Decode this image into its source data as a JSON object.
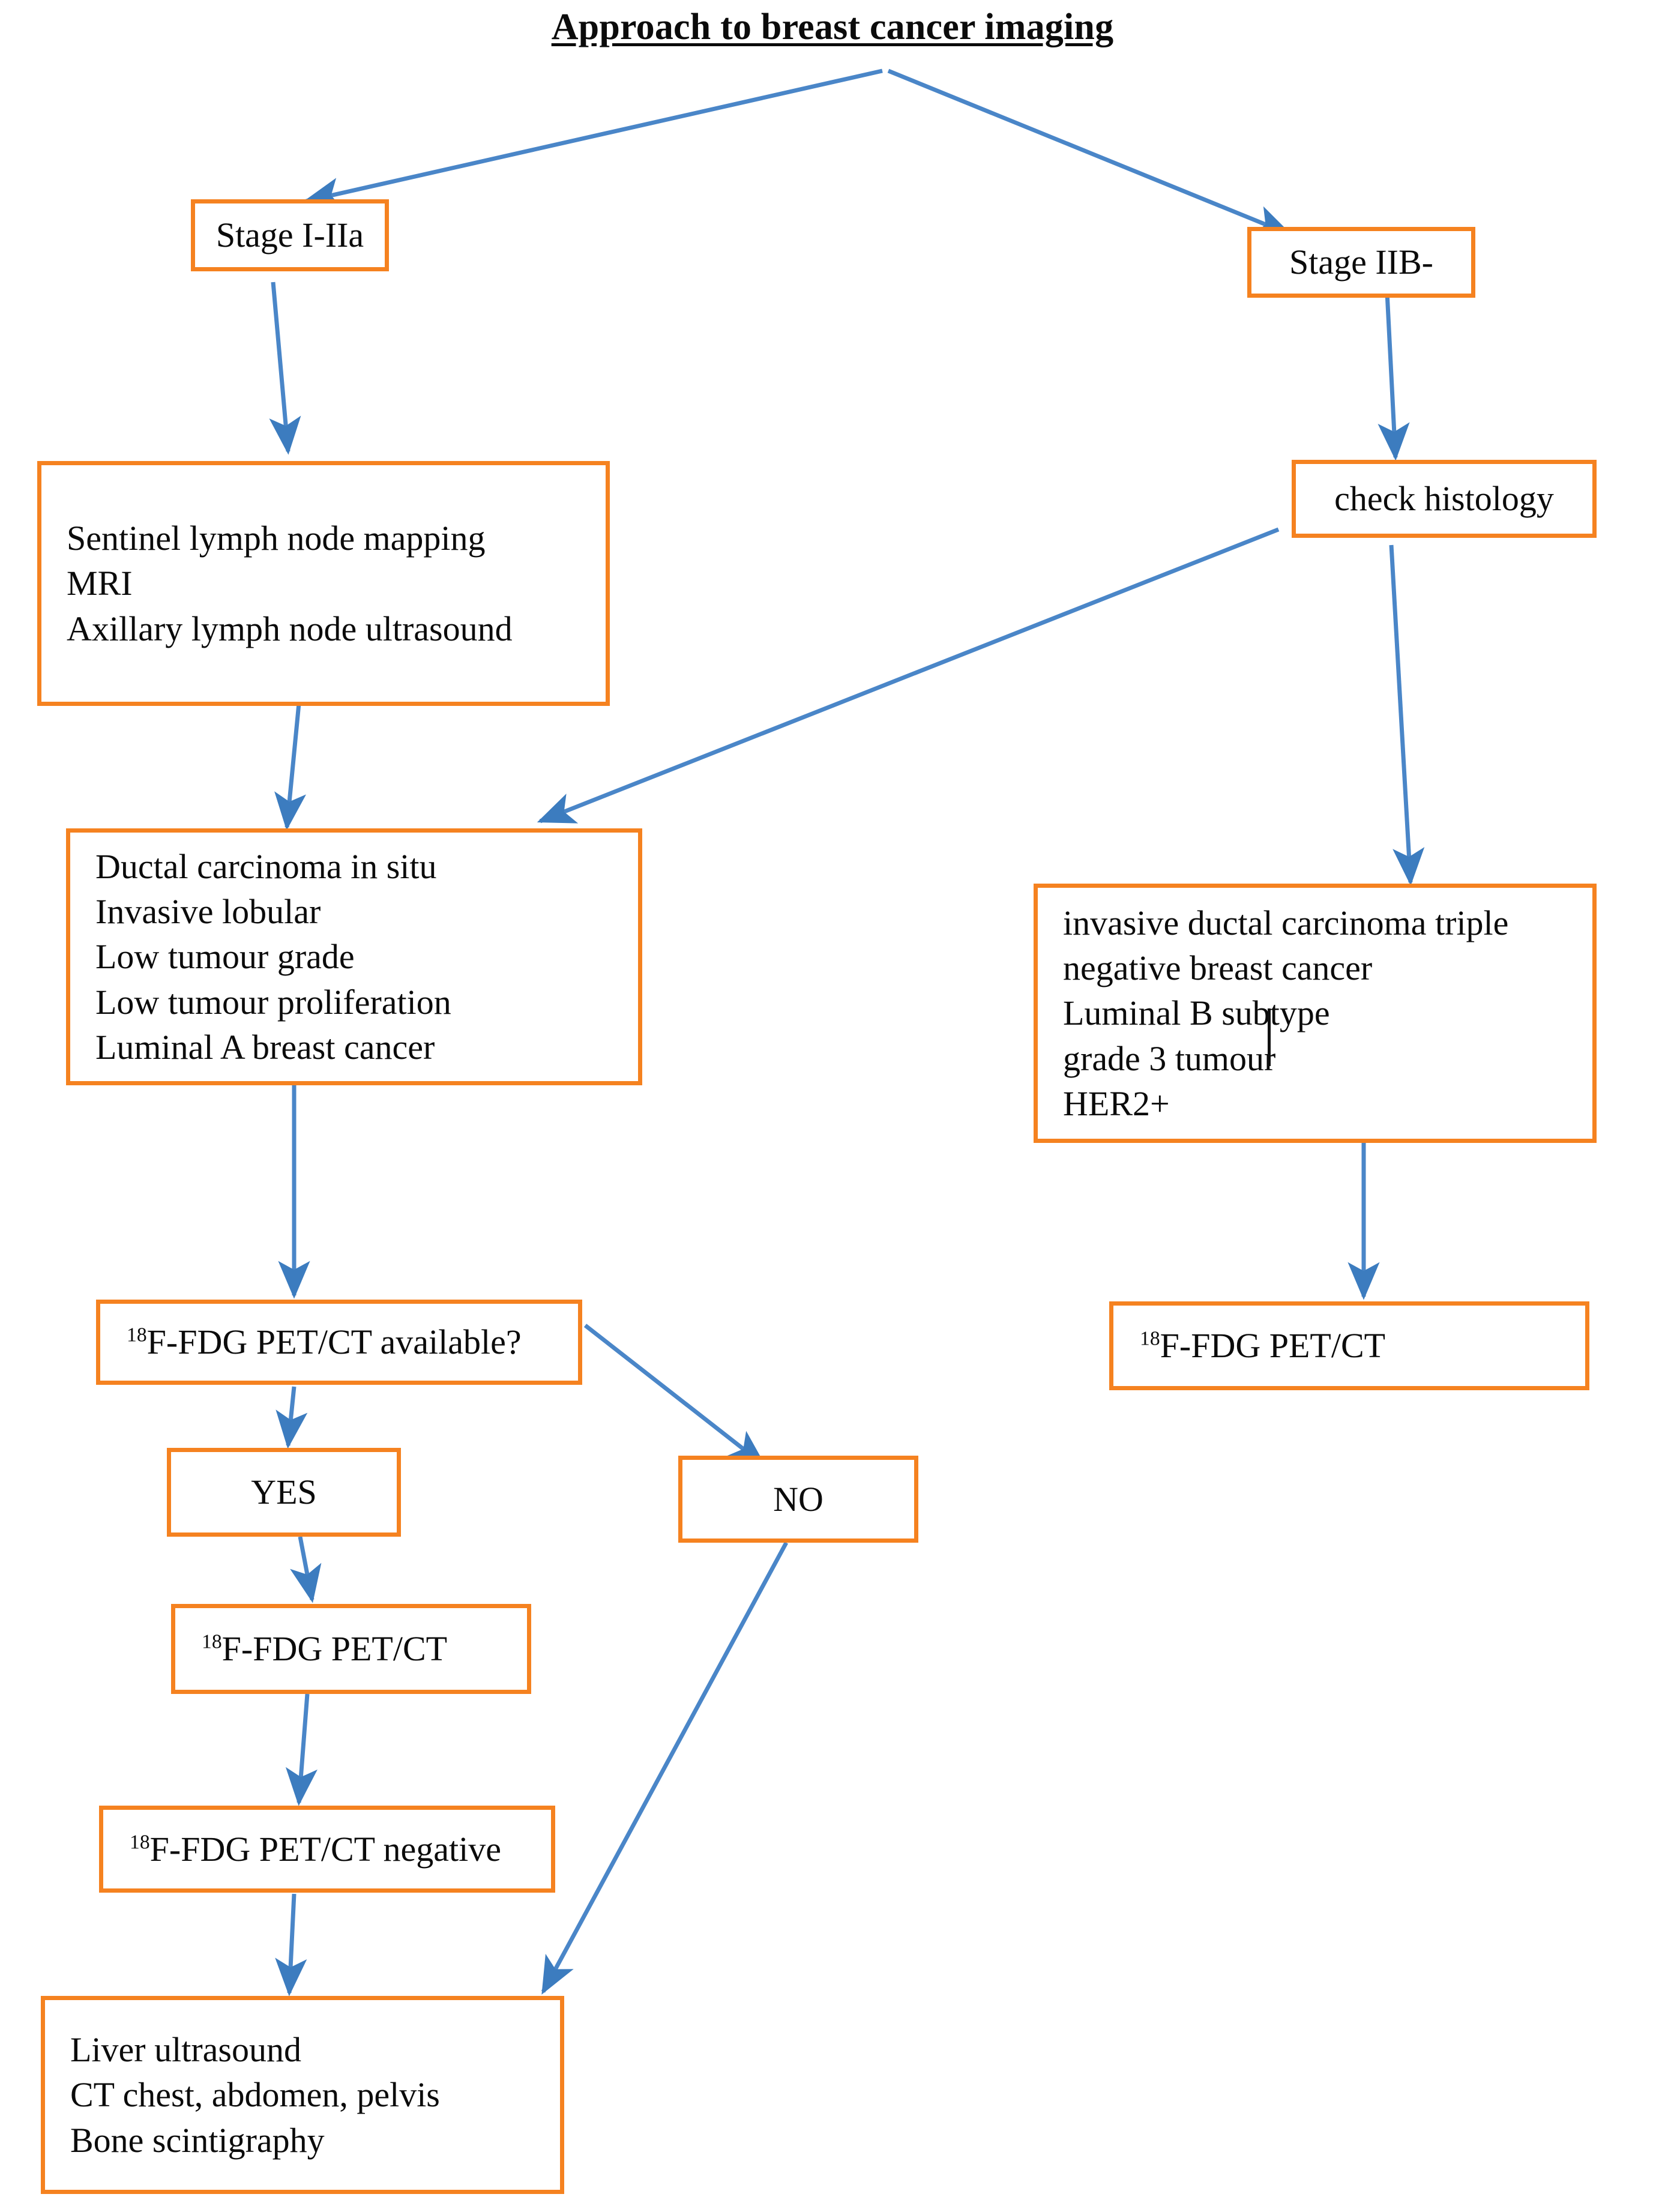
{
  "title": "Approach to breast cancer imaging",
  "colors": {
    "node_border": "#F58220",
    "edge": "#4A86C8",
    "background": "#FFFFFF",
    "text": "#0B0B0B"
  },
  "nodes": {
    "stage_i_iia": {
      "label": "Stage I-IIa"
    },
    "stage_iib": {
      "label": "Stage IIB-"
    },
    "check_histology": {
      "label": "check histology"
    },
    "early_workup": {
      "lines": [
        "Sentinel lymph node mapping",
        "MRI",
        "Axillary lymph node ultrasound"
      ]
    },
    "low_risk_histology": {
      "lines": [
        "Ductal carcinoma in situ",
        "Invasive lobular",
        "Low tumour grade",
        "Low tumour proliferation",
        "Luminal A breast cancer"
      ]
    },
    "high_risk_histology": {
      "lines": [
        "invasive ductal carcinoma triple",
        "negative breast cancer",
        "Luminal B subtype",
        "grade 3 tumour",
        "HER2+"
      ]
    },
    "pet_available": {
      "superscript": "18",
      "label": "F-FDG PET/CT available?"
    },
    "yes": {
      "label": "YES"
    },
    "no": {
      "label": "NO"
    },
    "pet_ct_left": {
      "superscript": "18",
      "label": "F-FDG PET/CT"
    },
    "pet_ct_right": {
      "superscript": "18",
      "label": "F-FDG PET/CT"
    },
    "pet_ct_negative": {
      "superscript": "18",
      "label": "F-FDG PET/CT negative"
    },
    "conventional_imaging": {
      "lines": [
        "Liver ultrasound",
        "CT chest, abdomen, pelvis",
        "Bone scintigraphy"
      ]
    }
  },
  "edges": [
    {
      "from": "title",
      "to": "stage_i_iia"
    },
    {
      "from": "title",
      "to": "stage_iib"
    },
    {
      "from": "stage_i_iia",
      "to": "early_workup"
    },
    {
      "from": "stage_iib",
      "to": "check_histology"
    },
    {
      "from": "early_workup",
      "to": "low_risk_histology"
    },
    {
      "from": "check_histology",
      "to": "low_risk_histology"
    },
    {
      "from": "check_histology",
      "to": "high_risk_histology"
    },
    {
      "from": "low_risk_histology",
      "to": "pet_available"
    },
    {
      "from": "high_risk_histology",
      "to": "pet_ct_right"
    },
    {
      "from": "pet_available",
      "to": "yes"
    },
    {
      "from": "pet_available",
      "to": "no"
    },
    {
      "from": "yes",
      "to": "pet_ct_left"
    },
    {
      "from": "pet_ct_left",
      "to": "pet_ct_negative"
    },
    {
      "from": "pet_ct_negative",
      "to": "conventional_imaging"
    },
    {
      "from": "no",
      "to": "conventional_imaging"
    }
  ]
}
